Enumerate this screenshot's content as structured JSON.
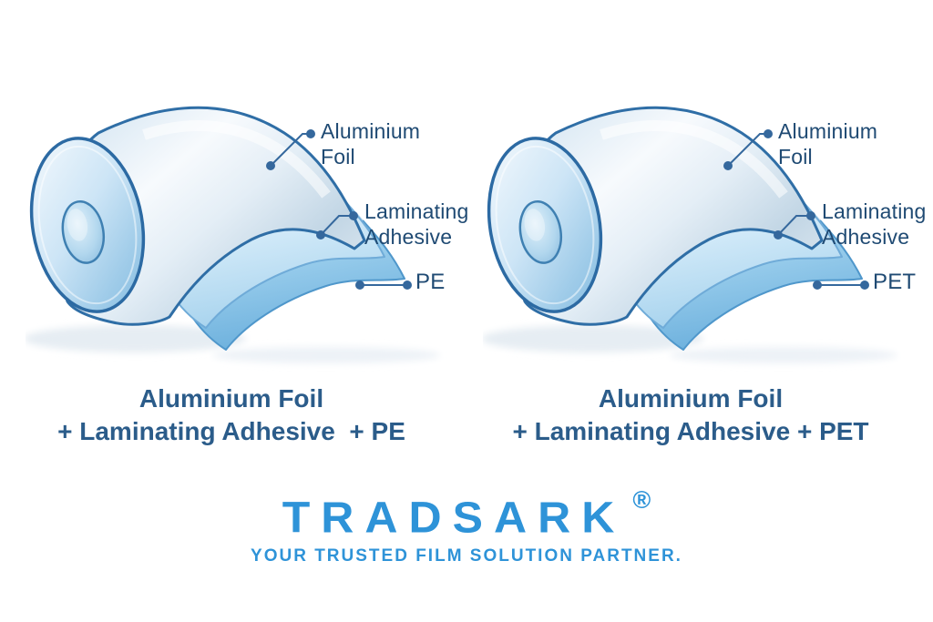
{
  "colors": {
    "brand_blue": "#2e93d8",
    "label_navy": "#1f4a73",
    "caption_navy": "#2b5c8a",
    "callout_blue": "#35689d",
    "roll_outline": "#2c6aa3",
    "sheet_blue": "#6fb2de",
    "background": "#ffffff"
  },
  "panels": [
    {
      "callouts": {
        "foil": "Aluminium Foil",
        "adhesive": "Laminating Adhesive",
        "film": "PE"
      },
      "caption": {
        "line1": "Aluminium Foil",
        "line2": "+ Laminating Adhesive  + PE"
      }
    },
    {
      "callouts": {
        "foil": "Aluminium Foil",
        "adhesive": "Laminating Adhesive",
        "film": "PET"
      },
      "caption": {
        "line1": "Aluminium Foil",
        "line2": "+ Laminating Adhesive + PET"
      }
    }
  ],
  "footer": {
    "brand": "TRADSARK",
    "registered_mark": "®",
    "tagline": "YOUR TRUSTED FILM SOLUTION PARTNER."
  }
}
